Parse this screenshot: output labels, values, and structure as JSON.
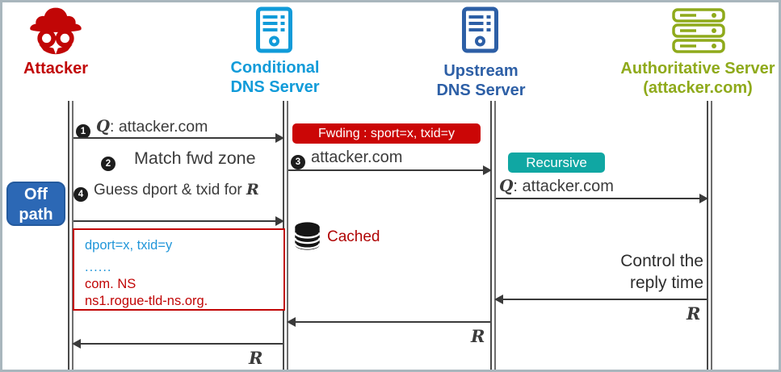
{
  "actors": {
    "attacker": {
      "label": "Attacker",
      "color": "#c10606"
    },
    "conditional": {
      "line1": "Conditional",
      "line2": "DNS Server",
      "color": "#119bd9"
    },
    "upstream": {
      "line1": "Upstream",
      "line2": "DNS Server",
      "color": "#2d5fa6"
    },
    "authoritative": {
      "line1": "Authoritative Server",
      "line2": "(attacker.com)",
      "color": "#8faa1b"
    }
  },
  "steps": {
    "s1": {
      "num": "1",
      "q": "Q",
      "text": ": attacker.com"
    },
    "s2": {
      "num": "2",
      "text": "Match fwd zone"
    },
    "s3": {
      "num": "3",
      "text": "attacker.com"
    },
    "s4": {
      "num": "4",
      "text": "Guess dport & txid for ",
      "r": "R"
    }
  },
  "badges": {
    "fwding": "Fwding : sport=x, txid=y",
    "recursive": "Recursive",
    "offpath_line1": "Off",
    "offpath_line2": "path"
  },
  "recursive_query": {
    "q": "Q",
    "text": ": attacker.com"
  },
  "payload": {
    "line1": "dport=x, txid=y",
    "line2": "......",
    "line3": "com. NS",
    "line4": "ns1.rogue-tld-ns.org."
  },
  "cache": {
    "label": "Cached"
  },
  "notes": {
    "control_line1": "Control the",
    "control_line2": "reply time"
  },
  "replies": {
    "r_auth": "R",
    "r_upstream": "R",
    "r_conditional": "R"
  },
  "colors": {
    "attacker_red": "#c10606",
    "conditional_cyan": "#119bd9",
    "upstream_blue": "#2d5fa6",
    "authoritative_olive": "#8faa1b",
    "fwding_badge_bg": "#cb0606",
    "recursive_badge_bg": "#10a7a3",
    "offpath_badge_bg": "#2c68b5",
    "payload_blue": "#2196d9",
    "payload_red": "#c10606"
  }
}
